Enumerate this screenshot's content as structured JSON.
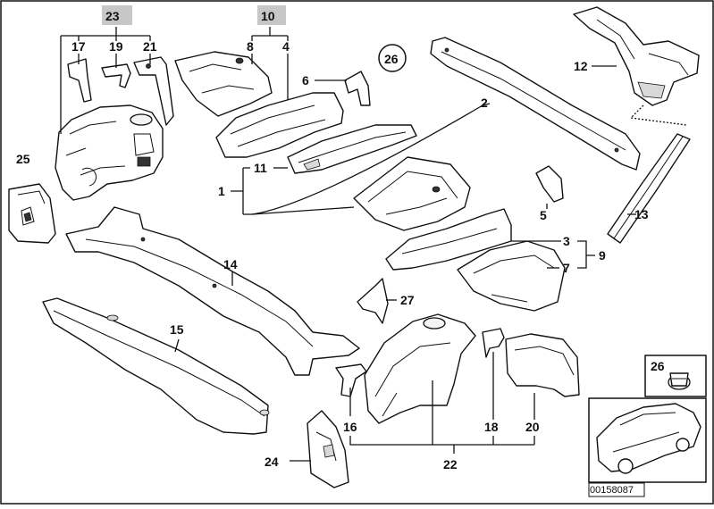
{
  "diagram": {
    "labels": {
      "p1": "1",
      "p2": "2",
      "p3": "3",
      "p4": "4",
      "p5": "5",
      "p6": "6",
      "p7": "7",
      "p8": "8",
      "p9": "9",
      "p10": "10",
      "p11": "11",
      "p12": "12",
      "p13": "13",
      "p14": "14",
      "p15": "15",
      "p16": "16",
      "p17": "17",
      "p18": "18",
      "p19": "19",
      "p20": "20",
      "p21": "21",
      "p22": "22",
      "p23": "23",
      "p24": "24",
      "p25": "25",
      "p26": "26",
      "p26b": "26",
      "p27": "27"
    },
    "catalog_code": "00158087",
    "colors": {
      "line": "#111111",
      "label_box": "#c7c7c7",
      "background": "#ffffff"
    }
  }
}
